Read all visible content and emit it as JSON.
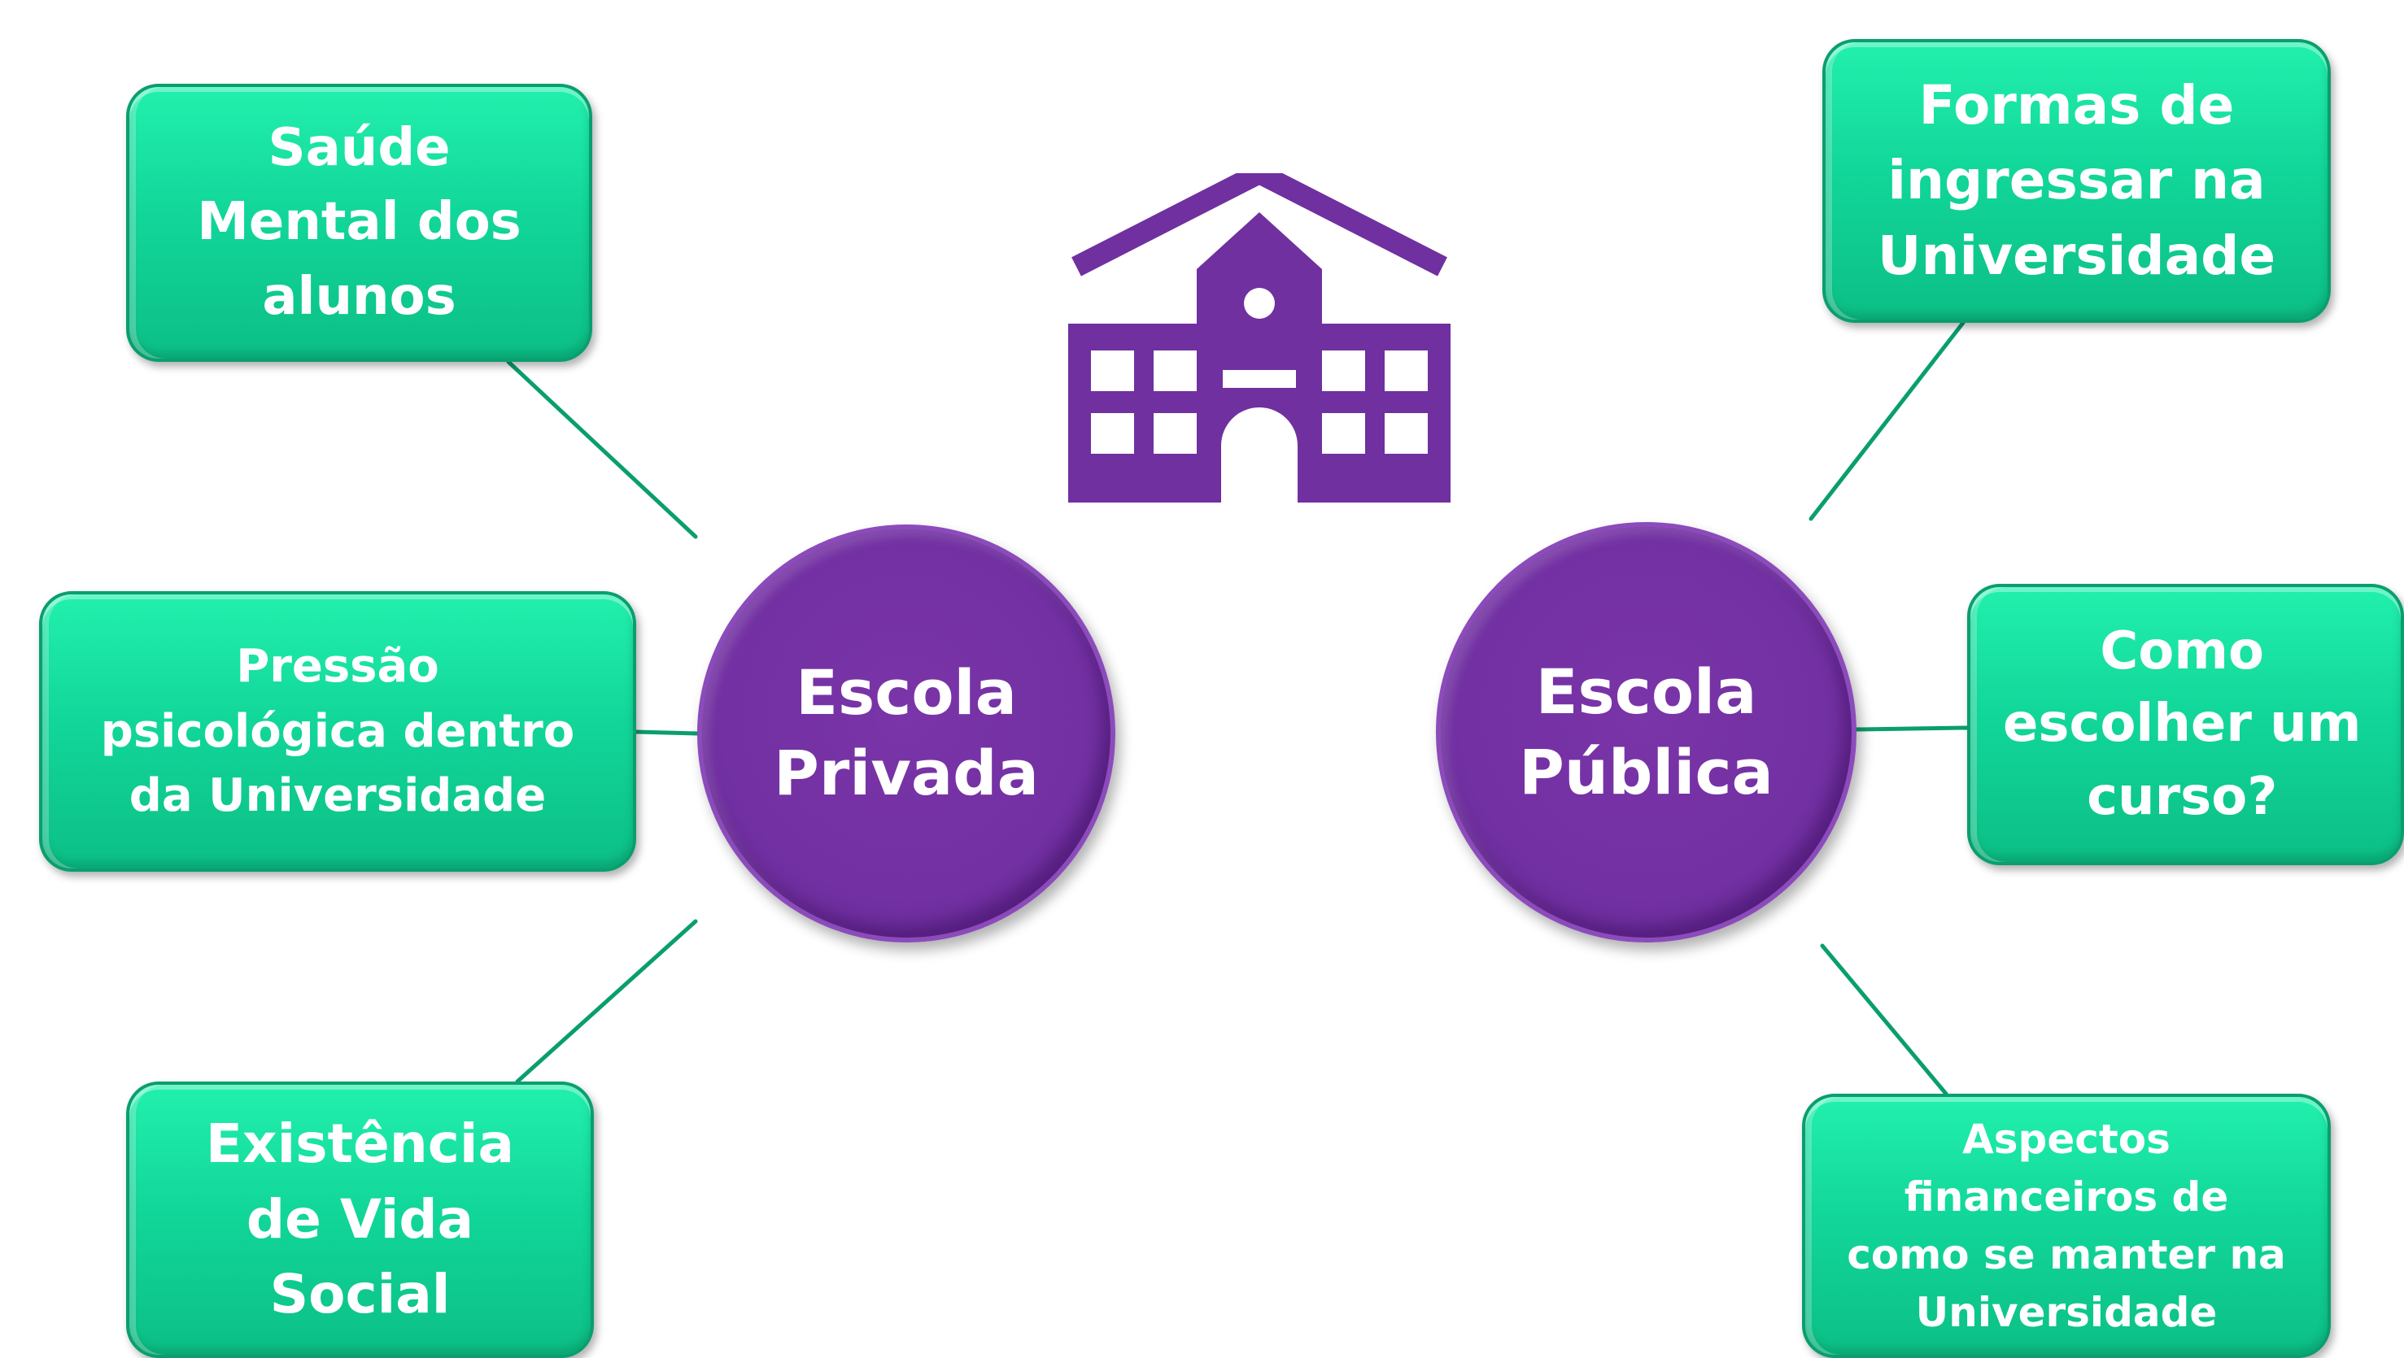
{
  "colors": {
    "green": "#14d99b",
    "purple": "#7030a0",
    "line": "#0a9e6f"
  },
  "icon": "school-building-icon",
  "hubs": {
    "private": "Escola\nPrivada",
    "public": "Escola\nPública"
  },
  "private_topics": {
    "mental_health": "Saúde\nMental dos\nalunos",
    "pressure": "Pressão\npsicológica dentro\nda Universidade",
    "social_life": "Existência\nde Vida\nSocial"
  },
  "public_topics": {
    "admission": "Formas de\ningressar na\nUniversidade",
    "course_choice": "Como\nescolher um\ncurso?",
    "finances": "Aspectos\nfinanceiros de\ncomo se manter na\nUniversidade"
  }
}
